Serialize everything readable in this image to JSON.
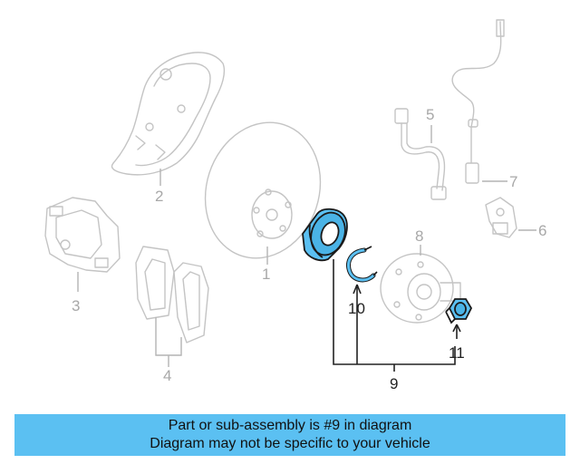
{
  "diagram": {
    "callouts": [
      {
        "id": "1",
        "text": "1"
      },
      {
        "id": "2",
        "text": "2"
      },
      {
        "id": "3",
        "text": "3"
      },
      {
        "id": "4",
        "text": "4"
      },
      {
        "id": "5",
        "text": "5"
      },
      {
        "id": "6",
        "text": "6"
      },
      {
        "id": "7",
        "text": "7"
      },
      {
        "id": "8",
        "text": "8"
      },
      {
        "id": "9",
        "text": "9"
      },
      {
        "id": "10",
        "text": "10"
      },
      {
        "id": "11",
        "text": "11"
      }
    ],
    "highlight_color": "#5bc0f2"
  },
  "banner": {
    "line1": "Part or sub-assembly is #9 in diagram",
    "line2": "Diagram may not be specific to your vehicle"
  }
}
